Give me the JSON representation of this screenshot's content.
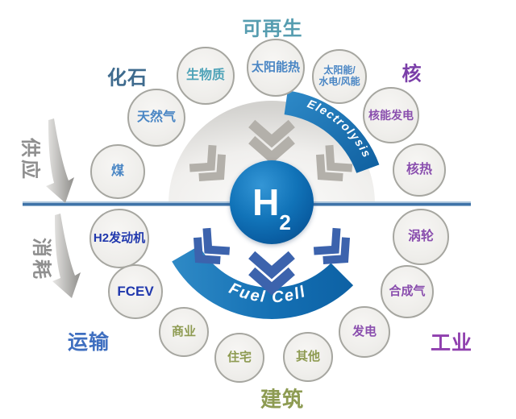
{
  "colors": {
    "blue_node": "#4a86c4",
    "teal_node": "#4fa3b8",
    "purple_node": "#8a4fae",
    "olive_node": "#8e9b52",
    "navy_node": "#2038ad",
    "gray_axis": "#8f8f8f",
    "renewable": "#569db0",
    "fossil": "#3f6b8e",
    "nuclear": "#7b3fa9",
    "transport": "#3f6fc0",
    "industry": "#8f3fae",
    "buildings": "#8d9b52",
    "band_blue": "#1b79bd",
    "h2_blue": "#0e6cb2",
    "divider": "#3e73a8"
  },
  "axis": {
    "supply": "供应",
    "consumption": "消耗"
  },
  "groups": {
    "renewable": "可再生",
    "fossil": "化石",
    "nuclear": "核",
    "transport": "运输",
    "industry": "工业",
    "buildings": "建筑"
  },
  "processes": {
    "electrolysis": "Electrolysis",
    "fuel_cell": "Fuel Cell"
  },
  "center": {
    "element": "H",
    "subscript": "2"
  },
  "nodes": [
    {
      "id": "biomass",
      "label": "生物质"
    },
    {
      "id": "solar-thermal",
      "label": "太阳能热"
    },
    {
      "id": "solar-hydro-wind",
      "label": "太阳能/水电/风能",
      "lines": [
        "太阳能/",
        "水电/风能"
      ]
    },
    {
      "id": "natural-gas",
      "label": "天然气"
    },
    {
      "id": "nuclear-power-generation",
      "label": "核能发电"
    },
    {
      "id": "coal",
      "label": "煤"
    },
    {
      "id": "nuclear-heat",
      "label": "核热"
    },
    {
      "id": "h2-engine",
      "label": "H2发动机"
    },
    {
      "id": "turbine",
      "label": "涡轮"
    },
    {
      "id": "fcev",
      "label": "FCEV"
    },
    {
      "id": "syngas",
      "label": "合成气"
    },
    {
      "id": "commercial",
      "label": "商业"
    },
    {
      "id": "power-generation",
      "label": "发电"
    },
    {
      "id": "residential",
      "label": "住宅"
    },
    {
      "id": "other",
      "label": "其他"
    }
  ]
}
